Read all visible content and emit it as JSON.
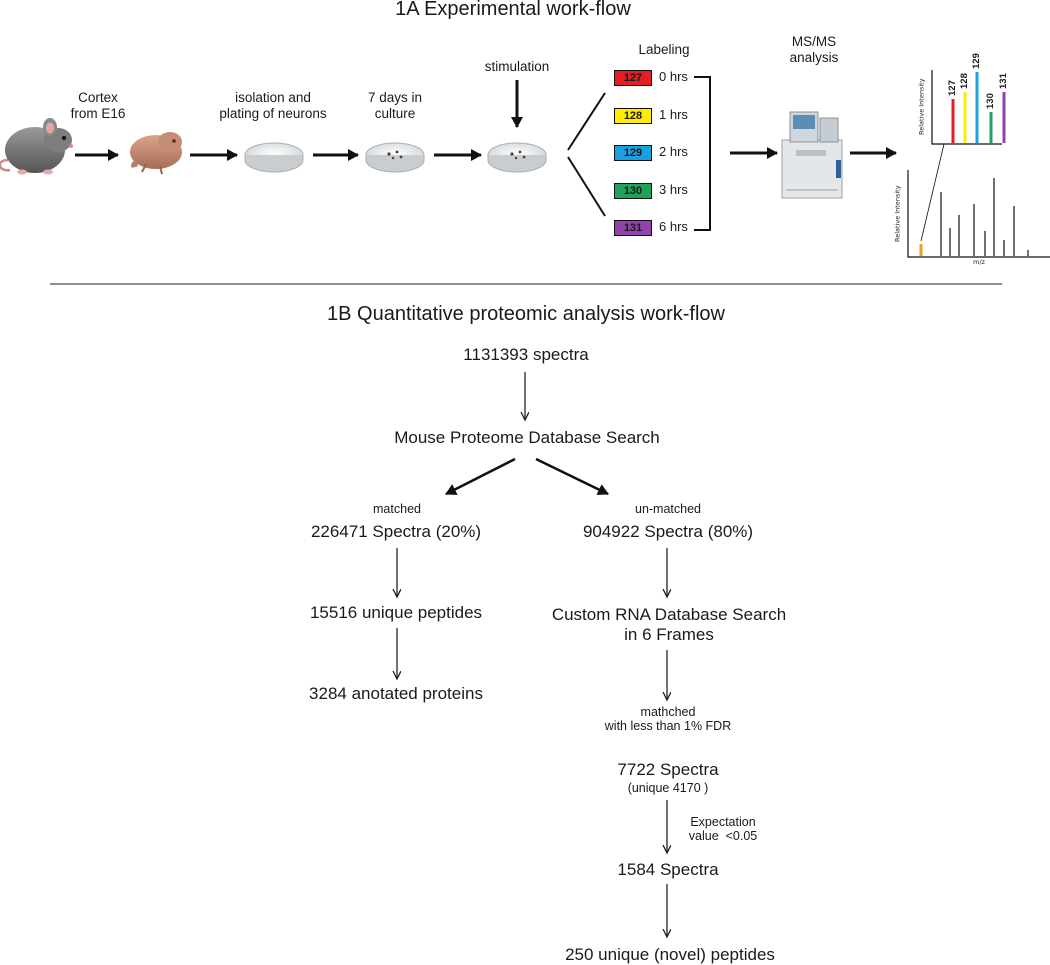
{
  "section_a": {
    "title": "1A Experimental work-flow",
    "steps": {
      "cortex": "Cortex\nfrom E16",
      "isolation": "isolation and\nplating of neurons",
      "culture": "7 days in\nculture",
      "stimulation": "stimulation",
      "labeling": "Labeling",
      "msms": "MS/MS\nanalysis"
    },
    "labels": [
      {
        "tag": "127",
        "time": "0 hrs",
        "color": "#e31e24"
      },
      {
        "tag": "128",
        "time": "1 hrs",
        "color": "#ffec00"
      },
      {
        "tag": "129",
        "time": "2 hrs",
        "color": "#1aa0e0"
      },
      {
        "tag": "130",
        "time": "3 hrs",
        "color": "#1fa35a"
      },
      {
        "tag": "131",
        "time": "6 hrs",
        "color": "#8e44a8"
      }
    ],
    "reporter_plot": {
      "ylabel": "Relative Intensity",
      "peaks": [
        "127",
        "128",
        "129",
        "130",
        "131"
      ]
    },
    "spectrum_plot": {
      "ylabel": "Relative Intensity",
      "xlabel": "m/z"
    }
  },
  "section_b": {
    "title": "1B Quantitative proteomic analysis work-flow",
    "spectra_total": "1131393 spectra",
    "db_search": "Mouse Proteome Database Search",
    "matched_label": "matched",
    "matched_spectra": "226471 Spectra (20%)",
    "unmatched_label": "un-matched",
    "unmatched_spectra": "904922 Spectra (80%)",
    "unique_peptides": "15516 unique peptides",
    "annotated_proteins": "3284 anotated proteins",
    "custom_search": "Custom RNA Database Search\nin 6 Frames",
    "fdr_note": "mathched\nwith less than 1% FDR",
    "spectra_7722": "7722 Spectra",
    "unique_4170": "(unique 4170 )",
    "expectation": "Expectation\nvalue  <0.05",
    "spectra_1584": "1584 Spectra",
    "novel_peptides": "250 unique (novel) peptides"
  }
}
